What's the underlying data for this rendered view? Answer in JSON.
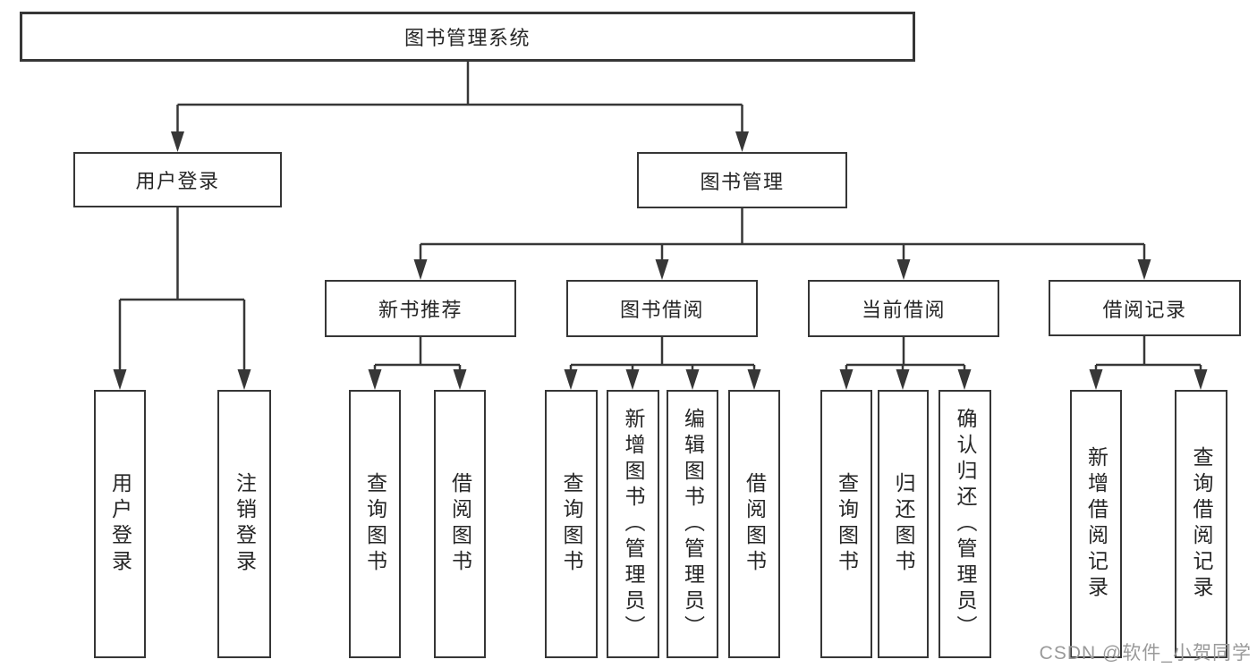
{
  "diagram_type": "functional-structure-tree",
  "hierarchy": {
    "label": "图书管理系统",
    "children": [
      {
        "label": "用户登录",
        "children": [
          {
            "label": "用户登录"
          },
          {
            "label": "注销登录"
          }
        ]
      },
      {
        "label": "图书管理",
        "children": [
          {
            "label": "新书推荐",
            "children": [
              {
                "label": "查询图书"
              },
              {
                "label": "借阅图书"
              }
            ]
          },
          {
            "label": "图书借阅",
            "children": [
              {
                "label": "查询图书"
              },
              {
                "label": "新增图书（管理员）"
              },
              {
                "label": "编辑图书（管理员）"
              },
              {
                "label": "借阅图书"
              }
            ]
          },
          {
            "label": "当前借阅",
            "children": [
              {
                "label": "查询图书"
              },
              {
                "label": "归还图书"
              },
              {
                "label": "确认归还（管理员）"
              }
            ]
          },
          {
            "label": "借阅记录",
            "children": [
              {
                "label": "新增借阅记录"
              },
              {
                "label": "查询借阅记录"
              }
            ]
          }
        ]
      }
    ]
  },
  "watermark": "CSDN @软件_小贺同学",
  "colors": {
    "line": "#373737",
    "box_border": "#363636",
    "text": "#262626",
    "watermark": "#9a9a9a",
    "background": "#ffffff"
  }
}
